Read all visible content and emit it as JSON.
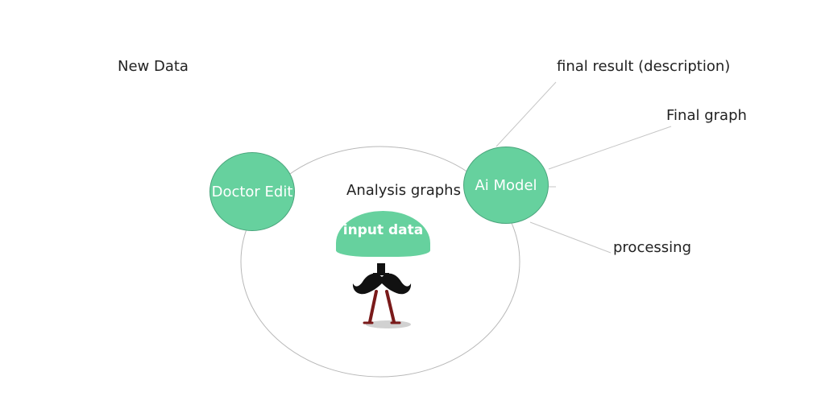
{
  "diagram": {
    "labels": {
      "new_data": "New Data",
      "final_result": "final result (description)",
      "final_graph": "Final graph",
      "processing": "processing",
      "analysis_graphs": "Analysis graphs"
    },
    "nodes": {
      "doctor_edit": "Doctor Edit",
      "ai_model": "Ai Model",
      "input_data": "input data"
    },
    "colors": {
      "node_fill": "#66d19e",
      "outline": "#b8b8b8",
      "connector": "#c6c6c6"
    },
    "icons": {
      "mascot": "mustache-mascot-icon"
    }
  }
}
